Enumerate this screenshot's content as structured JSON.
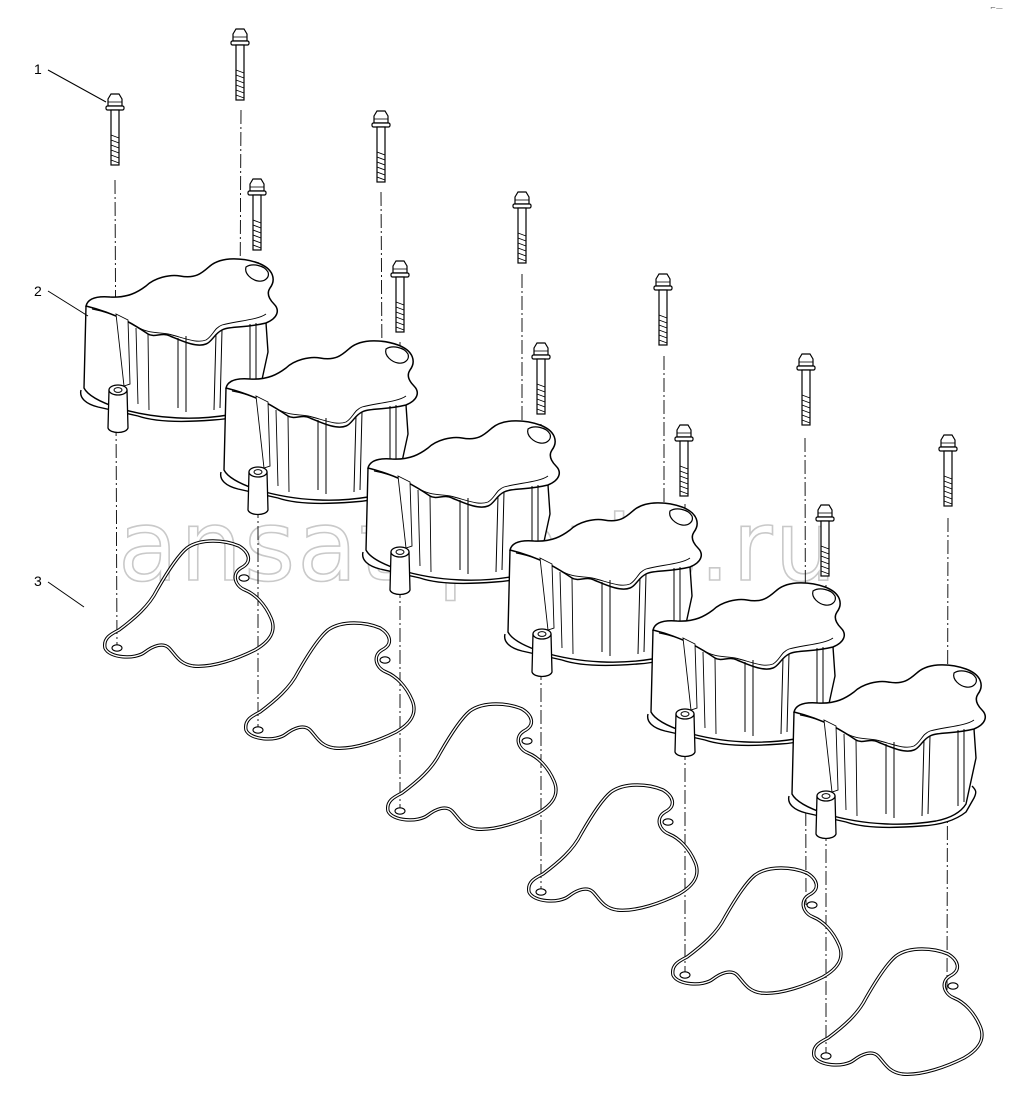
{
  "callouts": [
    {
      "label": "1",
      "part": "bolt"
    },
    {
      "label": "2",
      "part": "valve-cover"
    },
    {
      "label": "3",
      "part": "gasket"
    }
  ],
  "watermark": "ansat-parts.ru",
  "corner_mark": "⌐—",
  "assemblies_count": 6,
  "line_color": "#000000"
}
